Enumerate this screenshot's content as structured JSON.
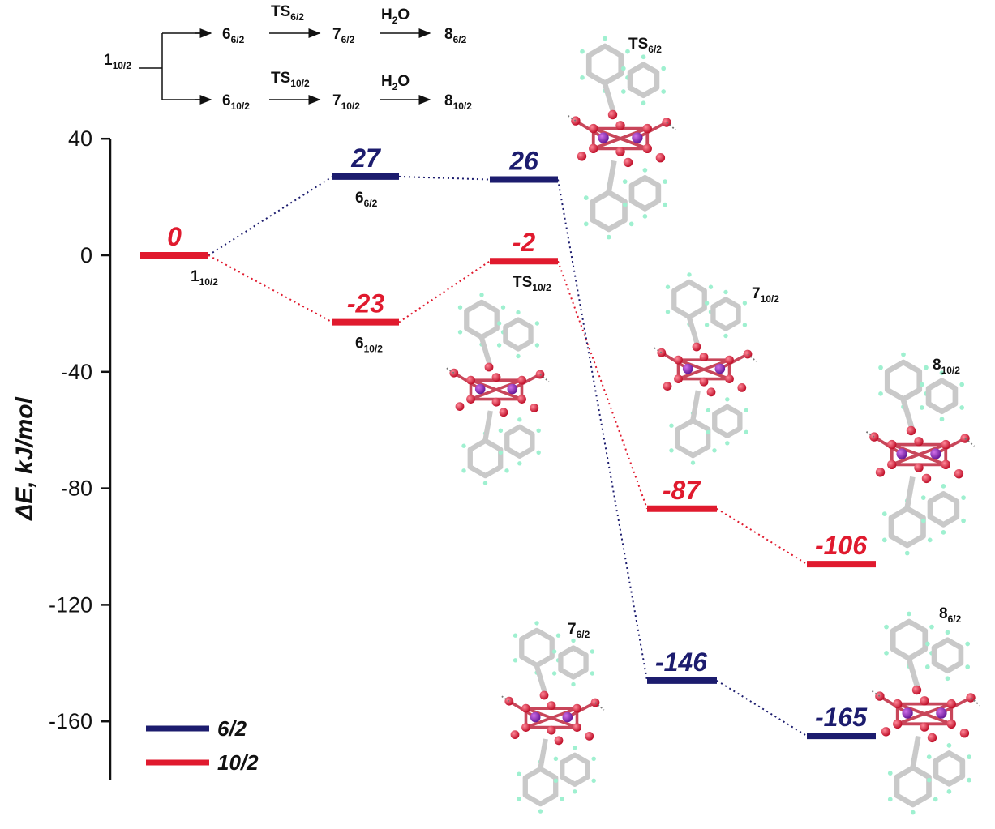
{
  "colors": {
    "s62": "#1c1c6e",
    "s102": "#e01a2e",
    "axis": "#111111"
  },
  "scheme": {
    "start": {
      "main": "1",
      "sub": "10/2"
    },
    "top": [
      {
        "main": "6",
        "sub": "6/2"
      },
      {
        "main": "TS",
        "sub": "6/2"
      },
      {
        "main": "7",
        "sub": "6/2"
      },
      {
        "main": "H",
        "sub": "2",
        "tail": "O"
      },
      {
        "main": "8",
        "sub": "6/2"
      }
    ],
    "bottom": [
      {
        "main": "6",
        "sub": "10/2"
      },
      {
        "main": "TS",
        "sub": "10/2"
      },
      {
        "main": "7",
        "sub": "10/2"
      },
      {
        "main": "H",
        "sub": "2",
        "tail": "O"
      },
      {
        "main": "8",
        "sub": "10/2"
      }
    ]
  },
  "structure_labels": [
    {
      "main": "TS",
      "sub": "6/2"
    },
    {
      "main": "7",
      "sub": "10/2"
    },
    {
      "main": "8",
      "sub": "10/2"
    },
    {
      "main": "7",
      "sub": "6/2"
    },
    {
      "main": "8",
      "sub": "6/2"
    }
  ],
  "chart_data": {
    "type": "line",
    "ylabel": "ΔE, kJ/mol",
    "ylim": [
      -180,
      40
    ],
    "yticks": [
      40,
      0,
      -40,
      -80,
      -120,
      -160
    ],
    "ytick_labels": [
      "40",
      "0",
      "-40",
      "-80",
      "-120",
      "-160"
    ],
    "series": [
      {
        "name": "6/2",
        "color": "#1c1c6e",
        "points": [
          {
            "stage": 0,
            "value": 0,
            "label": "0",
            "state": {
              "main": "1",
              "sub": "10/2"
            }
          },
          {
            "stage": 1,
            "value": 27,
            "label": "27",
            "state": {
              "main": "6",
              "sub": "6/2"
            }
          },
          {
            "stage": 2,
            "value": 26,
            "label": "26",
            "state": null
          },
          {
            "stage": 3,
            "value": -146,
            "label": "-146",
            "state": null
          },
          {
            "stage": 4,
            "value": -165,
            "label": "-165",
            "state": null
          }
        ]
      },
      {
        "name": "10/2",
        "color": "#e01a2e",
        "points": [
          {
            "stage": 0,
            "value": 0,
            "label": "0",
            "state": {
              "main": "1",
              "sub": "10/2"
            }
          },
          {
            "stage": 1,
            "value": -23,
            "label": "-23",
            "state": {
              "main": "6",
              "sub": "10/2"
            }
          },
          {
            "stage": 2,
            "value": -2,
            "label": "-2",
            "state": {
              "main": "TS",
              "sub": "10/2"
            }
          },
          {
            "stage": 3,
            "value": -87,
            "label": "-87",
            "state": null
          },
          {
            "stage": 4,
            "value": -106,
            "label": "-106",
            "state": null
          }
        ]
      }
    ],
    "legend": [
      "6/2",
      "10/2"
    ]
  }
}
